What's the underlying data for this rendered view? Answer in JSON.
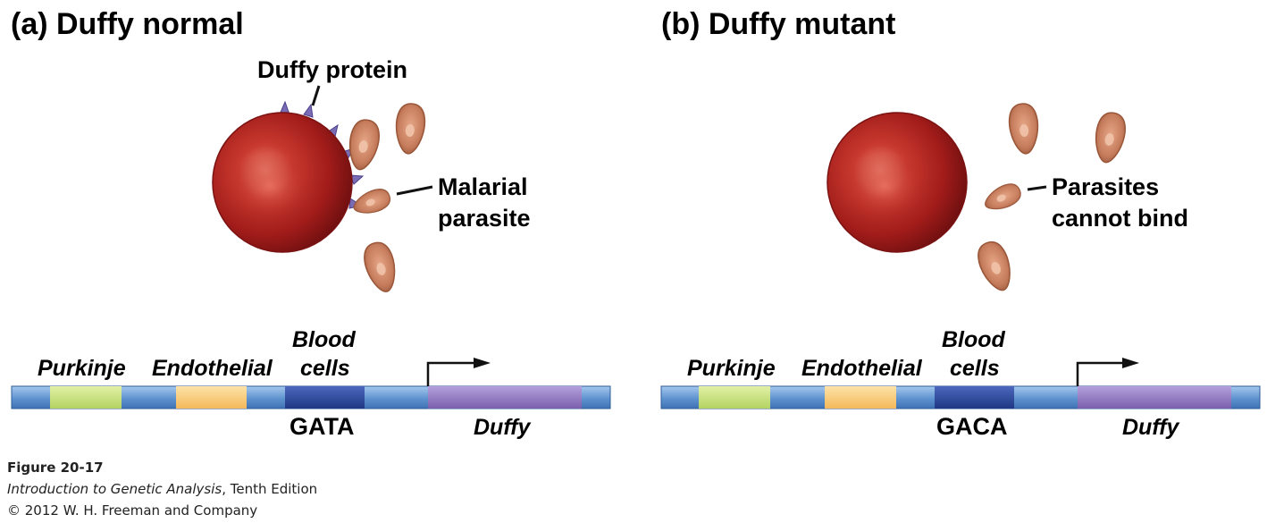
{
  "panel_a": {
    "title": "(a)  Duffy normal",
    "duffy_protein_label": "Duffy protein",
    "parasite_label": [
      "Malarial",
      "parasite"
    ],
    "regions": [
      "Purkinje",
      "Endothelial",
      "Blood",
      "cells"
    ],
    "sequence": "GATA",
    "gene": "Duffy"
  },
  "panel_b": {
    "title": "(b)  Duffy mutant",
    "parasite_label": [
      "Parasites",
      "cannot bind"
    ],
    "regions": [
      "Purkinje",
      "Endothelial",
      "Blood",
      "cells"
    ],
    "sequence": "GACA",
    "gene": "Duffy"
  },
  "caption": {
    "figure": "Figure 20-17",
    "book_title": "Introduction to Genetic Analysis",
    "edition": ", Tenth Edition",
    "copyright": "© 2012 W. H. Freeman and Company"
  },
  "colors": {
    "cell": "#a81c1c",
    "parasite": "#c98466",
    "protein": "#7a6bb5",
    "strand": "#6fa2d6",
    "purkinje": "#c6e07a",
    "endothelial": "#f7c978",
    "blood_cells": "#2e4a9c",
    "duffy_gene": "#8a72b8"
  }
}
